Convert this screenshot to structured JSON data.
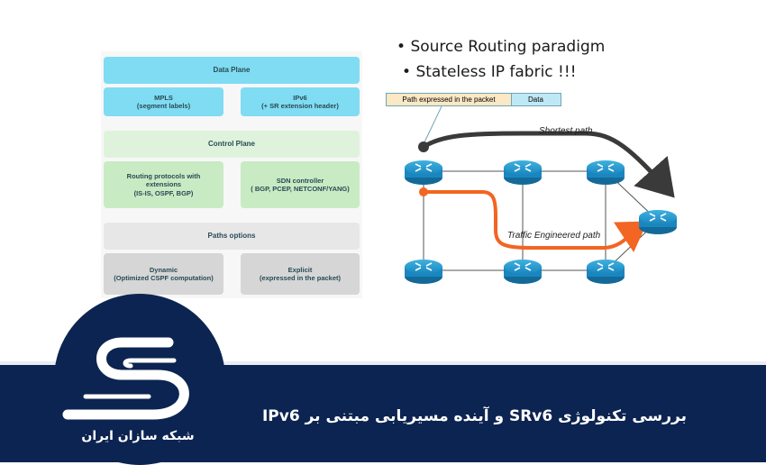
{
  "left_diagram": {
    "data_plane": "Data Plane",
    "mpls": "MPLS\n(segment labels)",
    "ipv6": "IPv6\n(+ SR extension header)",
    "control_plane": "Control Plane",
    "routing_protocols": "Routing protocols with\nextensions\n(IS-IS, OSPF, BGP)",
    "sdn_controller": "SDN controller\n( BGP, PCEP, NETCONF/YANG)",
    "paths_options": "Paths options",
    "dynamic": "Dynamic\n(Optimized CSPF computation)",
    "explicit": "Explicit\n(expressed in the packet)"
  },
  "right_diagram": {
    "bullet_1": "Source Routing paradigm",
    "bullet_2": "Stateless IP fabric !!!",
    "packet_path": "Path expressed in the packet",
    "packet_data": "Data",
    "shortest_path": "Shortest path",
    "traffic_engineered_path": "Traffic Engineered path"
  },
  "colors": {
    "footer_bg": "#0c2451",
    "router_blue": "#1f8fc4",
    "shortest_arrow": "#3a3a3a",
    "te_arrow": "#f26522"
  },
  "footer": {
    "title": "بررسی تکنولوژی SRv6 و آینده مسیریابی مبتنی بر IPv6",
    "logo_text": "شبکه سازان ایران"
  }
}
